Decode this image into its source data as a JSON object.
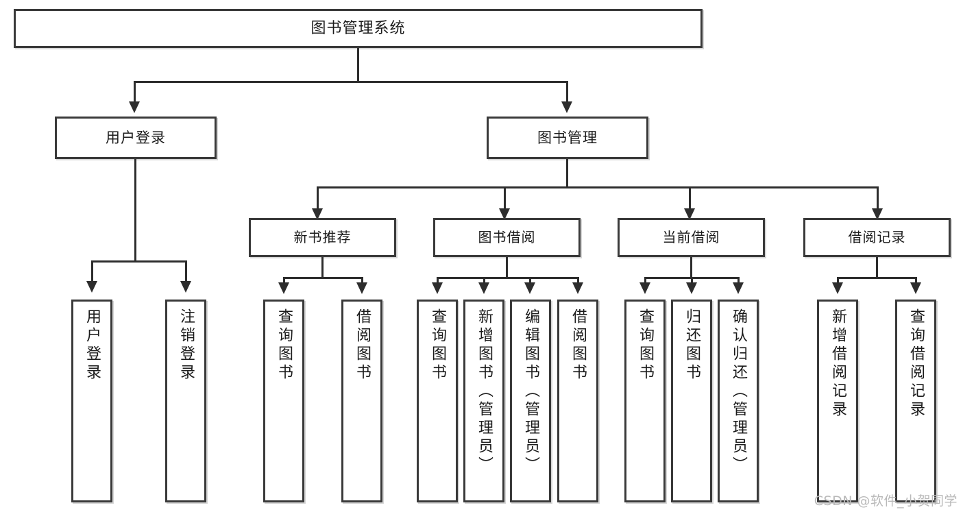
{
  "diagram": {
    "title": "图书管理系统",
    "type": "tree",
    "watermark": "CSDN @软件_小贺同学",
    "colors": {
      "box_border": "#3a3a3a",
      "connector": "#2d2d2d",
      "background": "#ffffff",
      "text": "#1b1b1b",
      "watermark": "#b9b9b9"
    },
    "root": {
      "label": "图书管理系统"
    },
    "level2": [
      {
        "label": "用户登录"
      },
      {
        "label": "图书管理"
      }
    ],
    "level3": [
      {
        "label": "新书推荐"
      },
      {
        "label": "图书借阅"
      },
      {
        "label": "当前借阅"
      },
      {
        "label": "借阅记录"
      }
    ],
    "leaves": {
      "user_login": [
        {
          "label": "用户登录"
        },
        {
          "label": "注销登录"
        }
      ],
      "new_book_recommend": [
        {
          "label": "查询图书"
        },
        {
          "label": "借阅图书"
        }
      ],
      "book_borrow": [
        {
          "label": "查询图书"
        },
        {
          "label": "新增图书（管理员）"
        },
        {
          "label": "编辑图书（管理员）"
        },
        {
          "label": "借阅图书"
        }
      ],
      "current_borrow": [
        {
          "label": "查询图书"
        },
        {
          "label": "归还图书"
        },
        {
          "label": "确认归还（管理员）"
        }
      ],
      "borrow_record": [
        {
          "label": "新增借阅记录"
        },
        {
          "label": "查询借阅记录"
        }
      ]
    }
  }
}
